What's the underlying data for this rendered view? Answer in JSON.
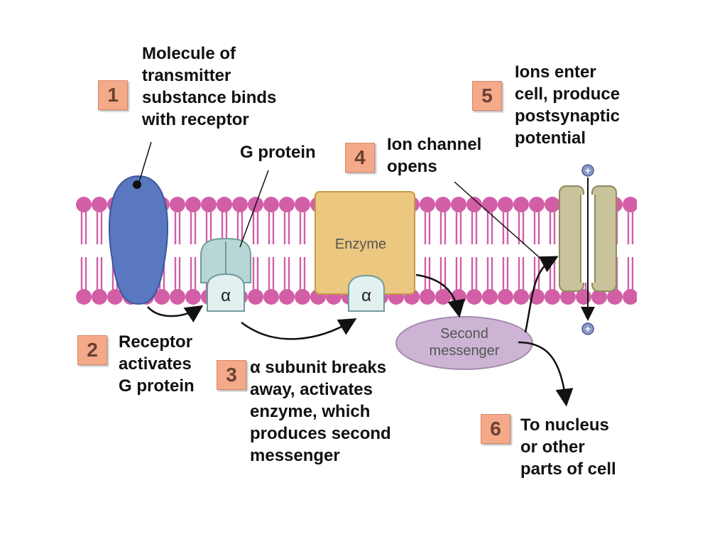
{
  "labels": {
    "step1": "Molecule of\ntransmitter\nsubstance binds\nwith receptor",
    "g_protein": "G protein",
    "step4": "Ion channel\nopens",
    "step5": "Ions enter\ncell, produce\npostsynaptic\npotential",
    "step2": "Receptor\nactivates\nG protein",
    "step3": "α subunit breaks\naway, activates\nenzyme, which\nproduces second\nmessenger",
    "step6": "To nucleus\nor other\nparts of cell"
  },
  "steps": [
    "1",
    "2",
    "3",
    "4",
    "5",
    "6"
  ],
  "shapes": {
    "enzyme": "Enzyme",
    "second_messenger": "Second\nmessenger",
    "alpha": "α",
    "ion_plus": "+"
  },
  "colors": {
    "membrane": "#d25fa6",
    "receptor": "#5a78c0",
    "g_protein": "#b9d6d6",
    "enzyme": "#ecc780",
    "second_messenger": "#cdb4d4",
    "channel": "#c8c39a",
    "step_box": "#f4a989"
  }
}
